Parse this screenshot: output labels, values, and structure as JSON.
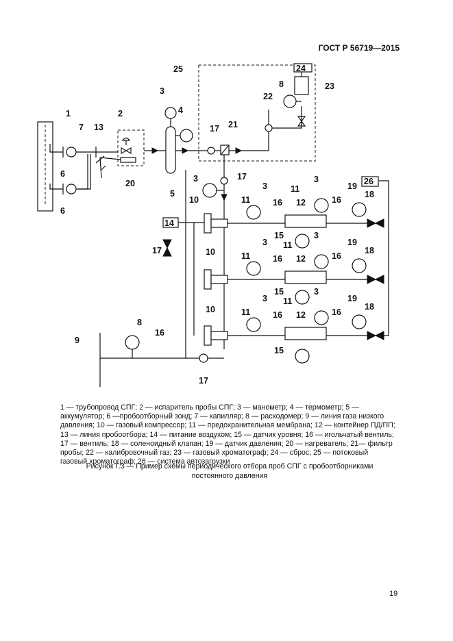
{
  "header": {
    "standard_code": "ГОСТ Р 56719—2015"
  },
  "diagram": {
    "labels": {
      "l1": "1",
      "l2": "2",
      "l3a": "3",
      "l3b": "3",
      "l3c": "3",
      "l3d": "3",
      "l3e": "3",
      "l3f": "3",
      "l3g": "3",
      "l3h": "3",
      "l4": "4",
      "l5": "5",
      "l6a": "6",
      "l6b": "6",
      "l7": "7",
      "l8a": "8",
      "l8b": "8",
      "l9": "9",
      "l10a": "10",
      "l10b": "10",
      "l10c": "10",
      "l11a": "11",
      "l11b": "11",
      "l11c": "11",
      "l11d": "11",
      "l11e": "11",
      "l11f": "11",
      "l12a": "12",
      "l12b": "12",
      "l12c": "12",
      "l13": "13",
      "l14": "14",
      "l15a": "15",
      "l15b": "15",
      "l15c": "15",
      "l16a": "16",
      "l16b": "16",
      "l16c": "16",
      "l16d": "16",
      "l16e": "16",
      "l16f": "16",
      "l16g": "16",
      "l17a": "17",
      "l17b": "17",
      "l17c": "17",
      "l17d": "17",
      "l18a": "18",
      "l18b": "18",
      "l18c": "18",
      "l19a": "19",
      "l19b": "19",
      "l19c": "19",
      "l20": "20",
      "l21": "21",
      "l22": "22",
      "l23": "23",
      "l24": "24",
      "l25": "25",
      "l26": "26"
    }
  },
  "legend": {
    "text": "1 — трубопровод СПГ; 2 — испаритель пробы СПГ; 3 — манометр; 4 — термометр; 5 — аккумулятор; 6 —пробоотборный зонд; 7 — капилляр; 8 — расходомер; 9 — линия газа низкого давления; 10 — газовый компрессор; 11 — предохранительная мембрана; 12 — контейнер ПД/ПП; 13 — линия пробоотбора; 14 — питание воздухом; 15 — датчик уровня; 16 — игольчатый вентиль; 17 — вентиль; 18 — соленоидный клапан; 19 — датчик давления; 20 — нагреватель; 21— фильтр пробы; 22 — калибровочный газ; 23 — газовый хроматограф; 24 — сброс; 25 — потоковый газовый хроматограф; 26 — система автозагрузки"
  },
  "caption": {
    "line1": "Рисунок Г.3 — Пример схемы периодического отбора проб СПГ с пробоотборниками",
    "line2": "постоянного давления"
  },
  "page_number": "19"
}
